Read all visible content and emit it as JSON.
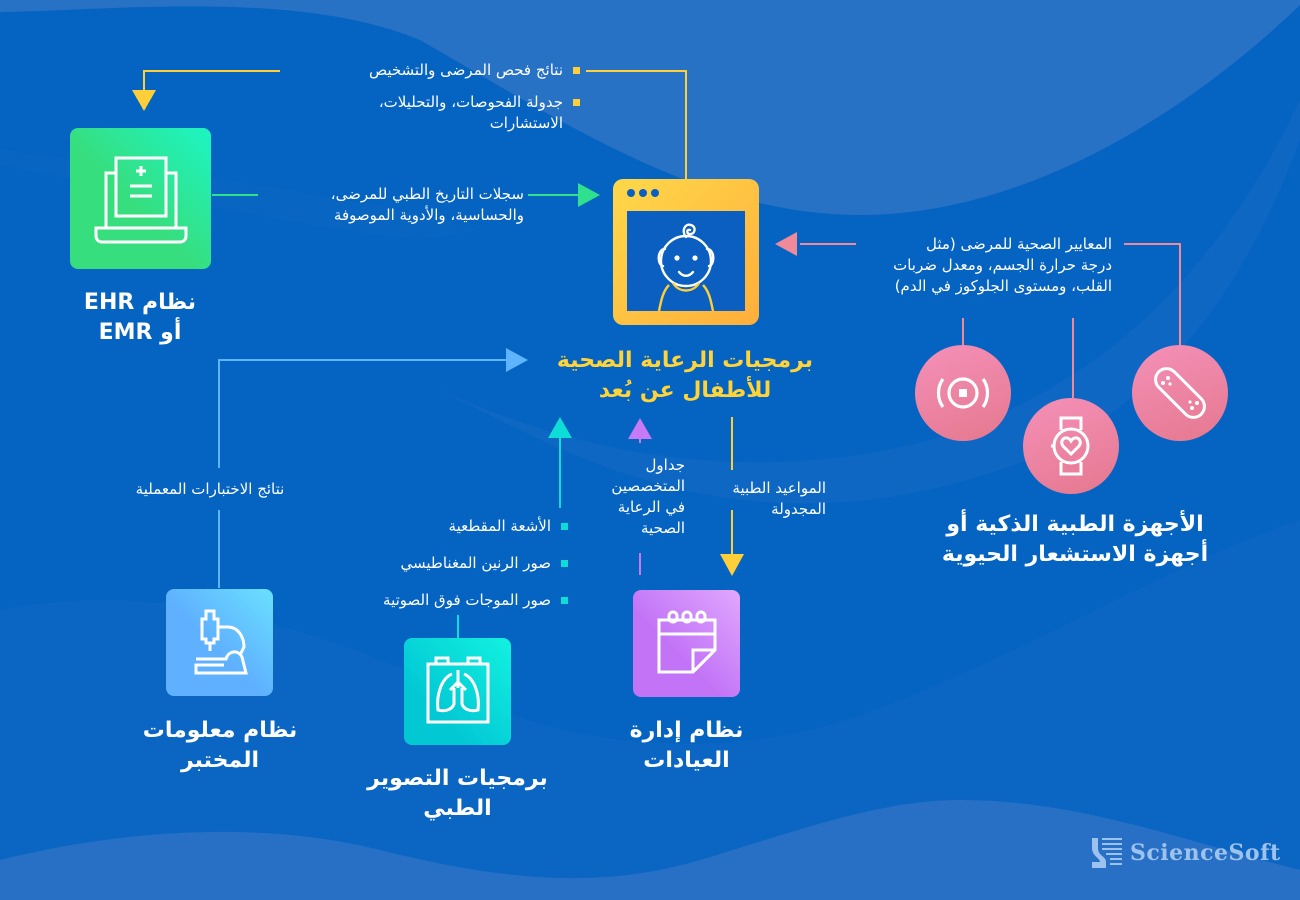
{
  "diagram": {
    "center": {
      "title_line1": "برمجيات الرعاية الصحية",
      "title_line2": "للأطفال عن بُعد",
      "icon": "child-monitor-window-icon",
      "color": "#ffc93a"
    },
    "ehr": {
      "title_line1": "نظام EHR",
      "title_line2": "أو EMR",
      "icon": "laptop-medical-record-icon",
      "color": "#2fe08f",
      "to_center_label_line1": "سجلات التاريخ الطبي للمرضى،",
      "to_center_label_line2": "والحساسية، والأدوية الموصوفة",
      "from_center_items": [
        {
          "line1": "نتائج فحص المرضى والتشخيص",
          "line2": ""
        },
        {
          "line1": "جدولة الفحوصات، والتحليلات،",
          "line2": "الاستشارات"
        }
      ]
    },
    "devices": {
      "title_line1": "الأجهزة الطبية الذكية أو",
      "title_line2": "أجهزة الاستشعار الحيوية",
      "label_line1": "المعايير الصحية للمرضى (مثل",
      "label_line2": "درجة حرارة الجسم، ومعدل ضربات",
      "label_line3": "القلب، ومستوى الجلوكوز في الدم)",
      "icons": [
        "sensor-ring-icon",
        "smartwatch-heart-icon",
        "patch-band-icon"
      ],
      "color": "#ee8a9a"
    },
    "lab": {
      "title_line1": "نظام معلومات",
      "title_line2": "المختبر",
      "label": "نتائج الاختبارات المعملية",
      "icon": "microscope-icon",
      "color": "#5fb4ff"
    },
    "imaging": {
      "title_line1": "برمجيات التصوير",
      "title_line2": "الطبي",
      "items": [
        "الأشعة المقطعية",
        "صور الرنين المغناطيسي",
        "صور الموجات فوق الصوتية"
      ],
      "icon": "lungs-xray-icon",
      "color": "#0edcd6"
    },
    "clinic": {
      "title_line1": "نظام إدارة",
      "title_line2": "العيادات",
      "to_center_label_line1": "جداول",
      "to_center_label_line2": "المتخصصين",
      "to_center_label_line3": "في الرعاية",
      "to_center_label_line4": "الصحية",
      "from_center_label_line1": "المواعيد الطبية",
      "from_center_label_line2": "المجدولة",
      "icon": "calendar-icon",
      "color": "#c77af5"
    }
  },
  "branding": {
    "logo_text": "ScienceSoft",
    "logo_icon": "sciencesoft-logo-icon"
  },
  "colors": {
    "background": "#0561c0",
    "background_light": "#2872c5",
    "yellow": "#ffcf3a",
    "green": "#2fe08f",
    "pink": "#ee8a9a",
    "lightblue": "#5fb4ff",
    "cyan": "#0edcd6",
    "purple": "#c77af5"
  }
}
